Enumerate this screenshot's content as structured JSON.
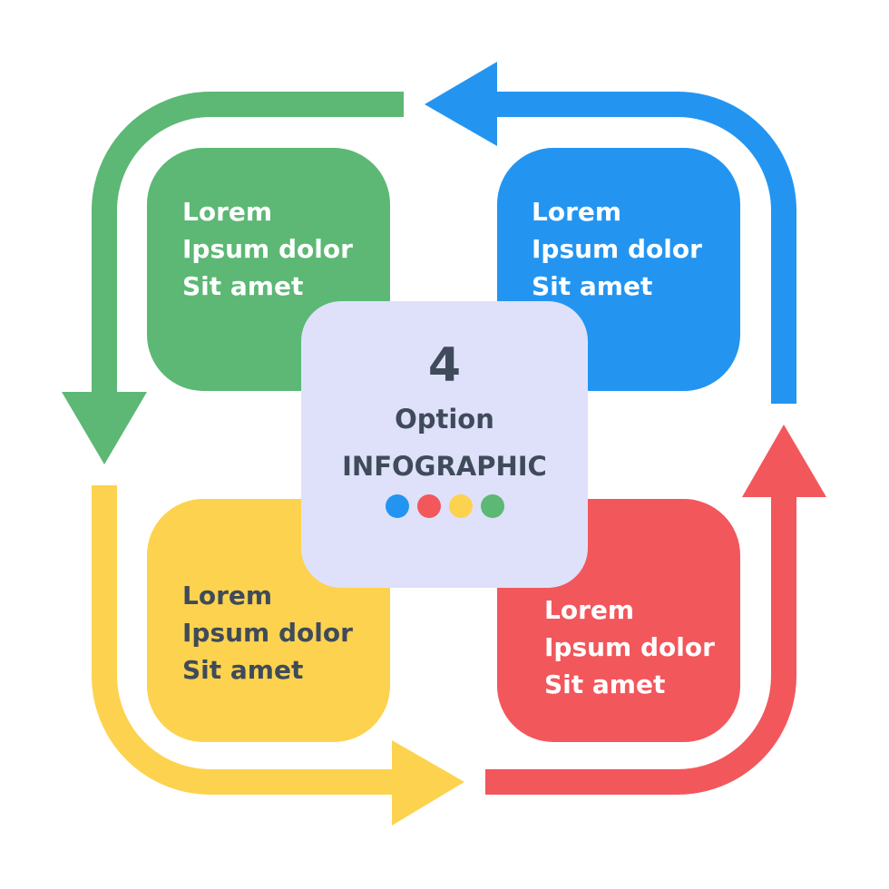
{
  "colors": {
    "green": "#5cb874",
    "blue": "#2395f1",
    "yellow": "#fdd24e",
    "red": "#f2575c",
    "center_bg": "#dfe1fa",
    "text_dark": "#3f4b5a",
    "text_light": "#ffffff"
  },
  "center": {
    "number": "4",
    "line1": "Option",
    "line2": "INFOGRAPHIC",
    "dots": [
      "blue",
      "red",
      "yellow",
      "green"
    ]
  },
  "boxes": {
    "green": {
      "lines": [
        "Lorem",
        "Ipsum dolor",
        "Sit amet"
      ]
    },
    "blue": {
      "lines": [
        "Lorem",
        "Ipsum dolor",
        "Sit amet"
      ]
    },
    "yellow": {
      "lines": [
        "Lorem",
        "Ipsum dolor",
        "Sit amet"
      ]
    },
    "red": {
      "lines": [
        "Lorem",
        "Ipsum dolor",
        "Sit amet"
      ]
    }
  },
  "arrows": {
    "green": {
      "direction": "down",
      "icon": "curved-arrow-down-icon"
    },
    "yellow": {
      "direction": "right",
      "icon": "curved-arrow-right-icon"
    },
    "red": {
      "direction": "up",
      "icon": "curved-arrow-up-icon"
    },
    "blue": {
      "direction": "left",
      "icon": "curved-arrow-left-icon"
    }
  }
}
